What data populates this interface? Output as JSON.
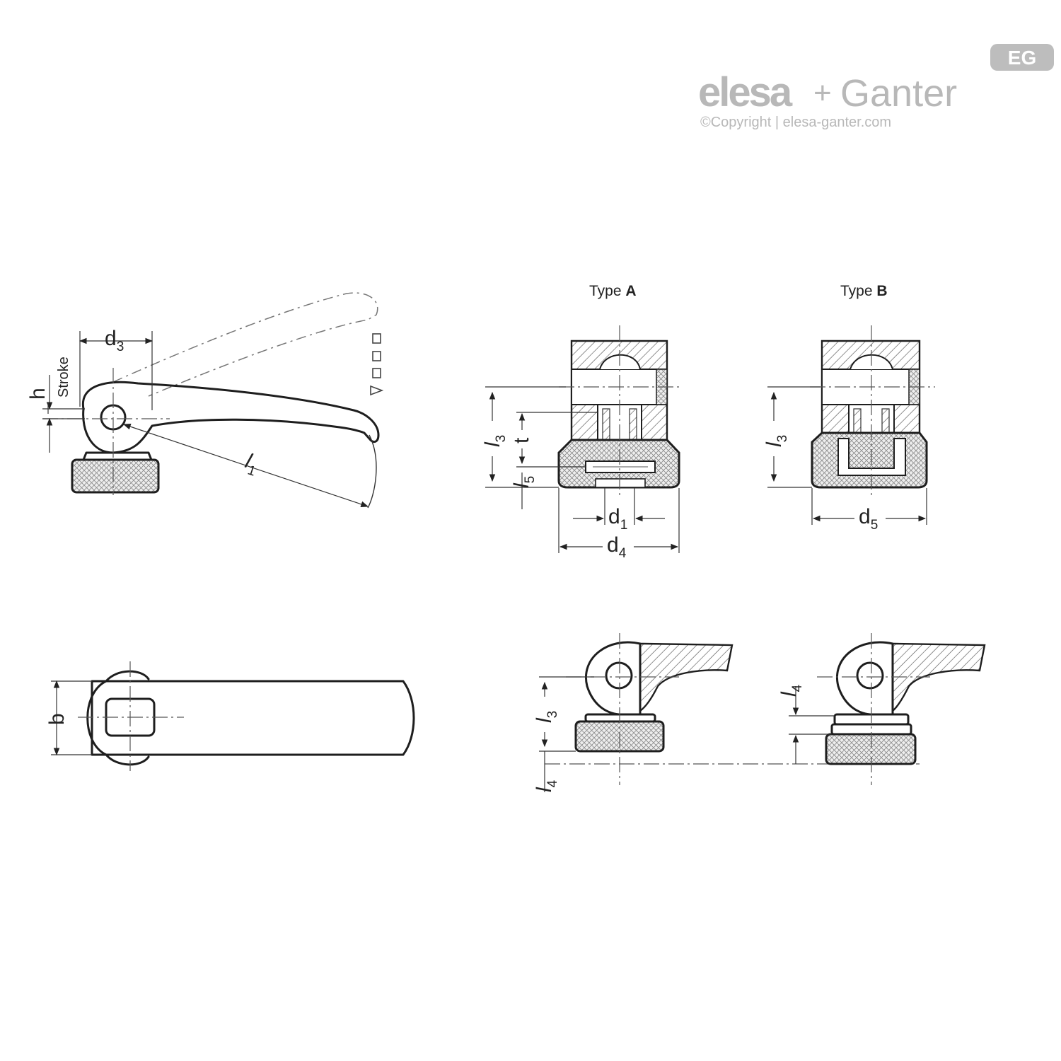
{
  "brand": {
    "logo_elesa": "elesa",
    "logo_plus": "+",
    "logo_ganter": "Ganter",
    "badge": "EG",
    "copyright": "©Copyright | elesa-ganter.com",
    "color": "#b8b8b8"
  },
  "labels": {
    "type_a_prefix": "Type ",
    "type_a_letter": "A",
    "type_b_prefix": "Type ",
    "type_b_letter": "B",
    "stroke": "Stroke",
    "h": "h",
    "b": "b",
    "t": "t",
    "d": "d",
    "l": "l",
    "sub_1": "1",
    "sub_3": "3",
    "sub_4": "4",
    "sub_5": "5"
  },
  "colors": {
    "line": "#1e1e1e",
    "background": "#ffffff"
  }
}
